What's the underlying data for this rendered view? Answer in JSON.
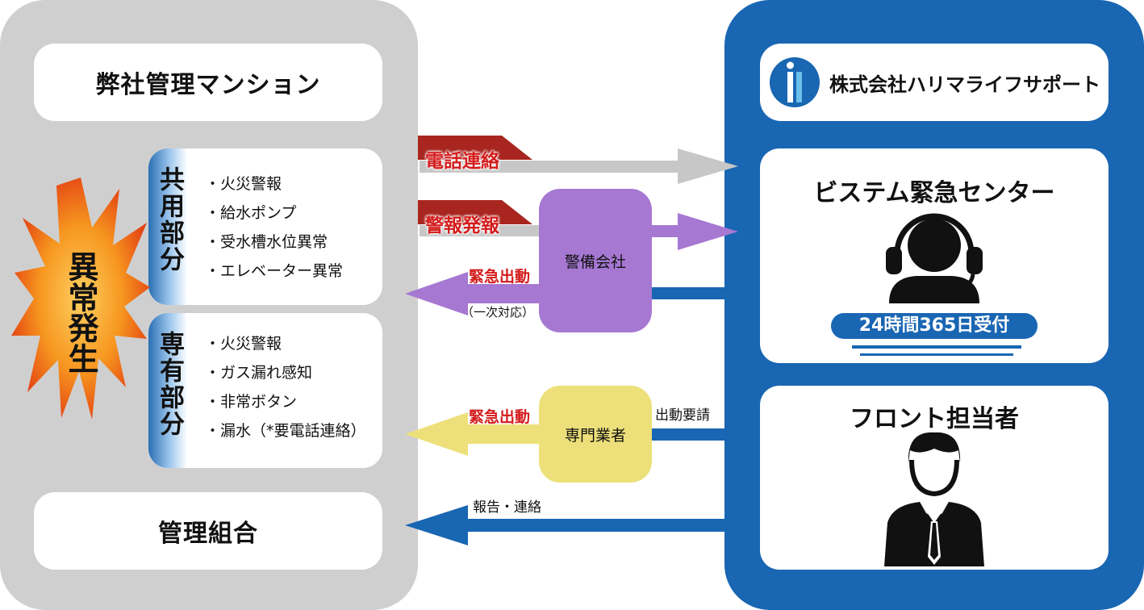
{
  "left": {
    "title": "弊社管理マンション",
    "common": {
      "label": "共用部分",
      "items": [
        "・火災警報",
        "・給水ポンプ",
        "・受水槽水位異常",
        "・エレベーター異常"
      ]
    },
    "private": {
      "label": "専有部分",
      "items": [
        "・火災警報",
        "・ガス漏れ感知",
        "・非常ボタン",
        "・漏水（*要電話連絡）"
      ]
    },
    "association": "管理組合",
    "alert": "異常発生"
  },
  "right": {
    "logo_text": "株式会社ハリマライフサポート",
    "center_title": "ビステム緊急センター",
    "hours_badge": "24時間365日受付",
    "front_title": "フロント担当者"
  },
  "flows": {
    "phone": "電話連絡",
    "alarm": "警報発報",
    "security_company": "警備会社",
    "emergency_dispatch_1": "緊急出動",
    "first_response": "（一次対応）",
    "specialist": "専門業者",
    "emergency_dispatch_2": "緊急出動",
    "dispatch_request": "出動要請",
    "report": "報告・連絡"
  },
  "colors": {
    "right_panel": "#1966b3",
    "left_panel": "#d0cfcf",
    "purple": "#a678d2",
    "yellow": "#ede07a",
    "red_text": "#d41c1c",
    "ribbon": "#a8261f"
  }
}
